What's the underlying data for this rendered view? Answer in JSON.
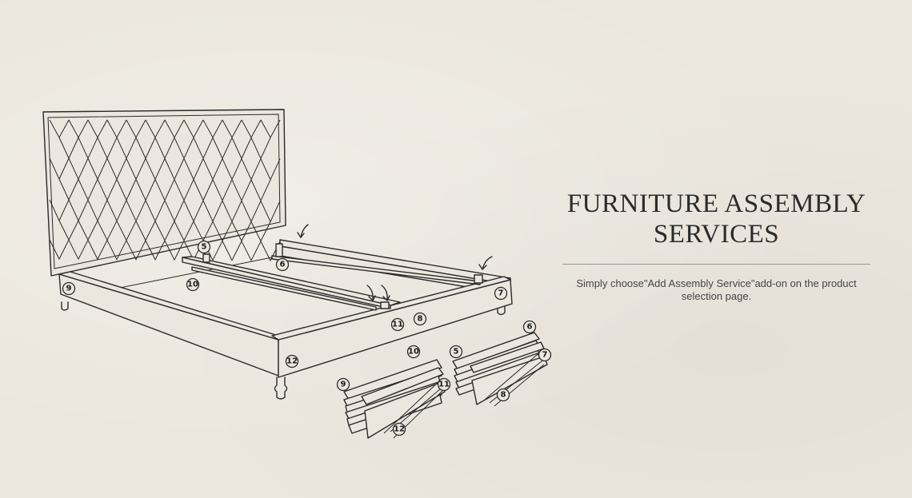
{
  "heading": {
    "title_line1": "FURNITURE ASSEMBLY",
    "title_line2": "SERVICES"
  },
  "description": "Simply choose\"Add Assembly Service\"add-on on the product selection page.",
  "part_labels": [
    "5",
    "6",
    "7",
    "8",
    "9",
    "10",
    "11",
    "12"
  ],
  "colors": {
    "background": "#ebe7de",
    "ink": "#2a2a2a",
    "divider": "#9c978e"
  },
  "icons": [
    "bed-frame-illustration",
    "arrow-icon"
  ]
}
